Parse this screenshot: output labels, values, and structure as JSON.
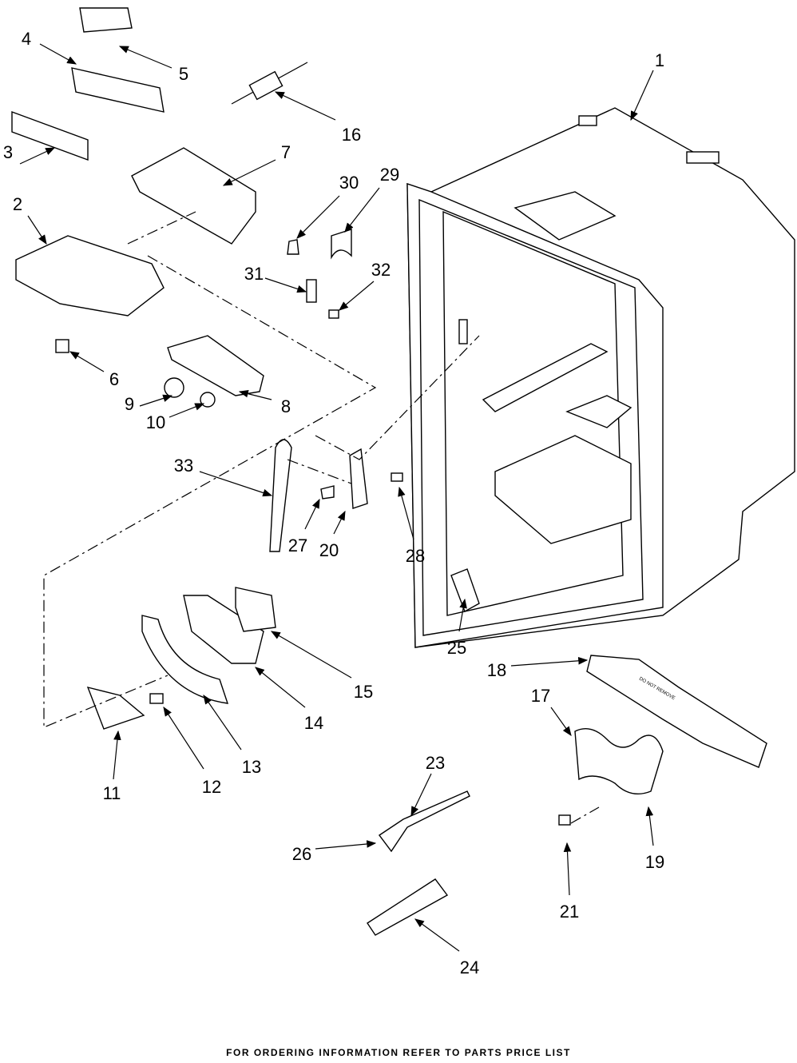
{
  "callouts": {
    "c1": "1",
    "c2": "2",
    "c3": "3",
    "c4": "4",
    "c5": "5",
    "c6": "6",
    "c7": "7",
    "c8": "8",
    "c9": "9",
    "c10": "10",
    "c11": "11",
    "c12": "12",
    "c13": "13",
    "c14": "14",
    "c15": "15",
    "c16": "16",
    "c17": "17",
    "c18": "18",
    "c19": "19",
    "c20": "20",
    "c21": "21",
    "c23": "23",
    "c24": "24",
    "c25": "25",
    "c26": "26",
    "c27": "27",
    "c28": "28",
    "c29": "29",
    "c30": "30",
    "c31": "31",
    "c32": "32",
    "c33": "33"
  },
  "footer": "FOR ORDERING INFORMATION REFER TO PARTS PRICE LIST",
  "label_text_18": "DO NOT REMOVE"
}
